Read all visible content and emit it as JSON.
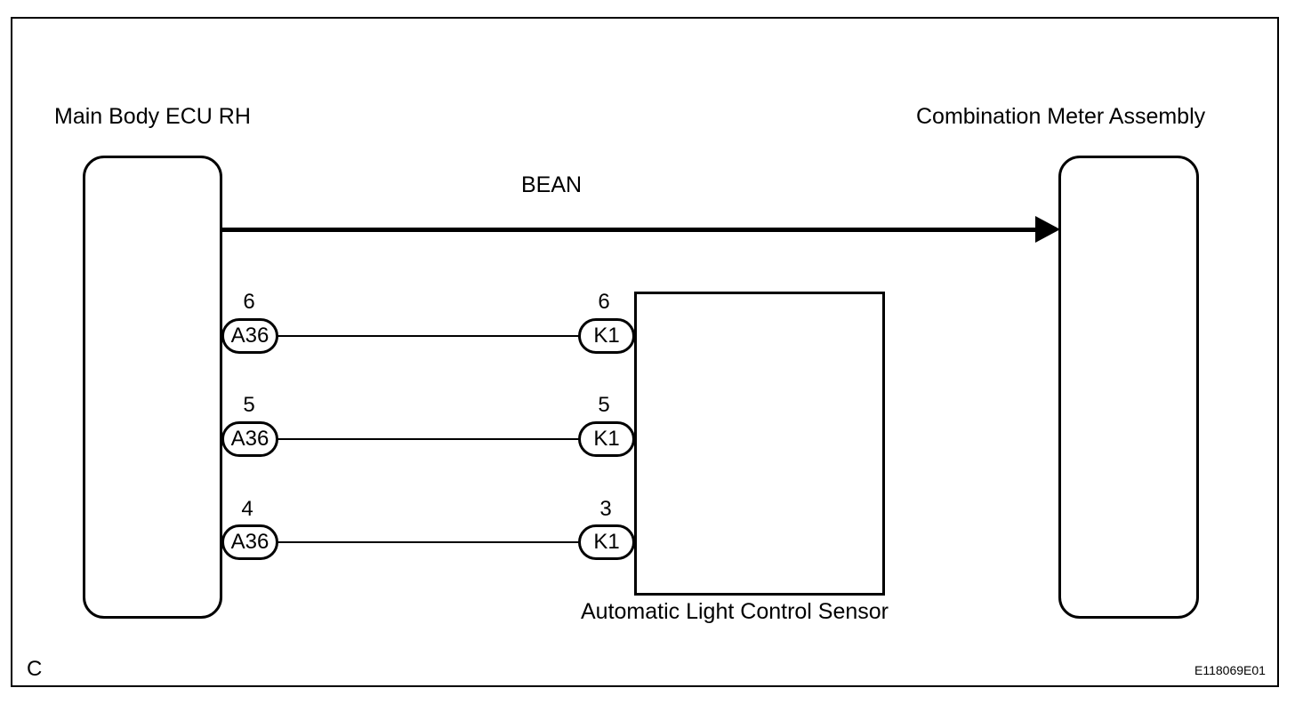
{
  "diagram": {
    "left_component": "Main Body ECU RH",
    "right_component": "Combination Meter Assembly",
    "middle_component": "Automatic Light Control Sensor",
    "bus_label": "BEAN",
    "corner_label": "C",
    "figure_id": "E118069E01"
  },
  "wires": [
    {
      "from_pin": "6",
      "from_connector": "A36",
      "to_pin": "6",
      "to_connector": "K1"
    },
    {
      "from_pin": "5",
      "from_connector": "A36",
      "to_pin": "5",
      "to_connector": "K1"
    },
    {
      "from_pin": "4",
      "from_connector": "A36",
      "to_pin": "3",
      "to_connector": "K1"
    }
  ]
}
